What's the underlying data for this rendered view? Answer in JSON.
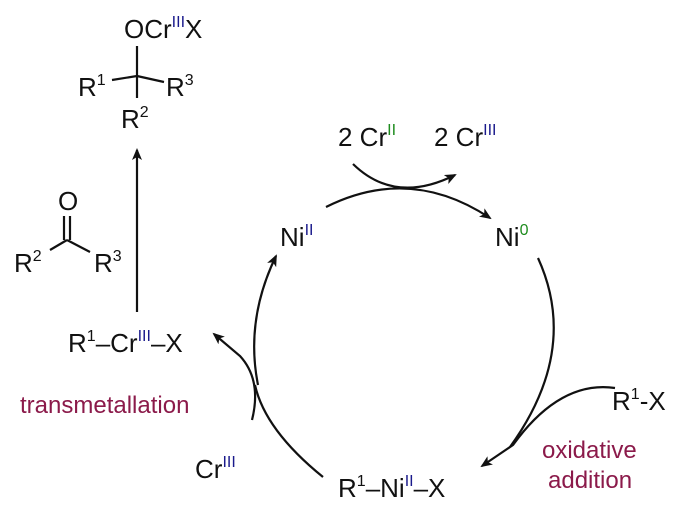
{
  "title": "Ni/Cr catalytic cycle (Nozaki–Hiyama–Kishi type)",
  "colors": {
    "text": "#111111",
    "oxidation_roman": "#1a1a8c",
    "oxidation_green": "#1e8c1e",
    "step_label": "#8b1a4a"
  },
  "product": {
    "o_group": "OCr",
    "o_group_ox": "III",
    "o_group_x": "X",
    "r1": "R",
    "r1_sup": "1",
    "r2": "R",
    "r2_sup": "2",
    "r3": "R",
    "r3_sup": "3"
  },
  "ketone": {
    "o": "O",
    "r2": "R",
    "r2_sup": "2",
    "r3": "R",
    "r3_sup": "3"
  },
  "organochromium": {
    "r": "R",
    "r_sup": "1",
    "dash1": "–Cr",
    "ox": "III",
    "dash2": "–X"
  },
  "cycle": {
    "ni2": "Ni",
    "ni2_ox": "II",
    "ni0": "Ni",
    "ni0_ox": "0",
    "intermediate": {
      "r": "R",
      "r_sup": "1",
      "ni": "–Ni",
      "ox": "II",
      "x": "–X"
    }
  },
  "reductant": {
    "in_coef": "2 Cr",
    "in_ox": "II",
    "out_coef": "2 Cr",
    "out_ox": "III"
  },
  "substrate": {
    "r": "R",
    "r_sup": "1",
    "x": "-X"
  },
  "cr3_in": {
    "cr": "Cr",
    "ox": "III"
  },
  "steps": {
    "transmetallation": "transmetallation",
    "oxidative_addition_1": "oxidative",
    "oxidative_addition_2": "addition"
  }
}
